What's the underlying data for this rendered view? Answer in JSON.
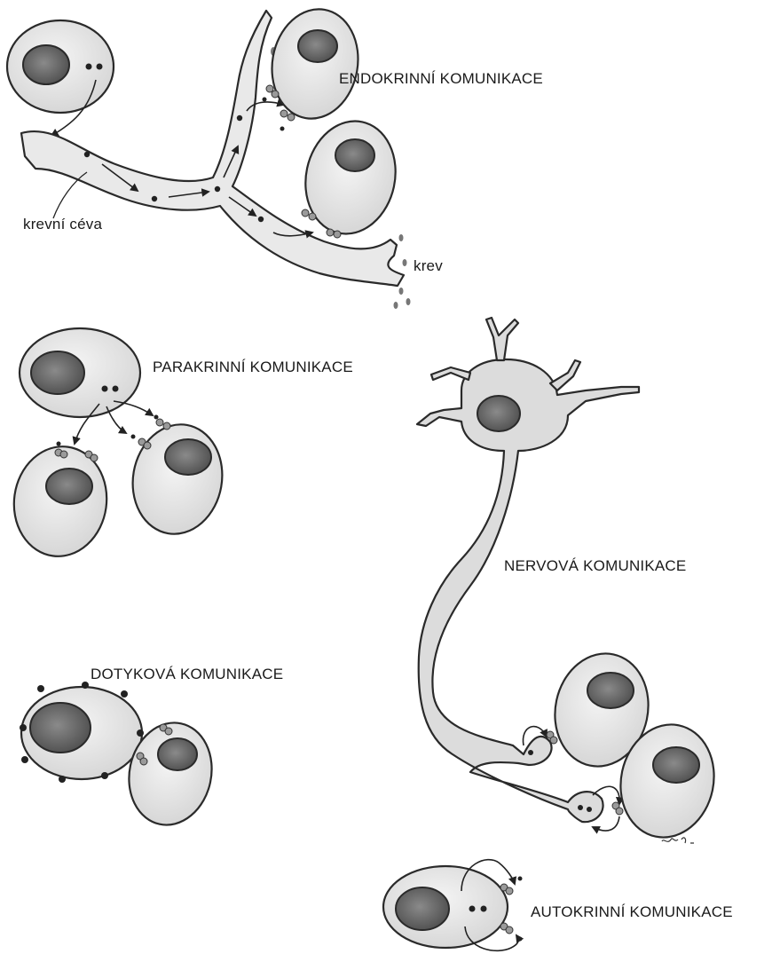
{
  "labels": {
    "endocrine": "ENDOKRINNÍ KOMUNIKACE",
    "blood_vessel": "krevní céva",
    "blood": "krev",
    "paracrine": "PARAKRINNÍ KOMUNIKACE",
    "neural": "NERVOVÁ KOMUNIKACE",
    "contact": "DOTYKOVÁ KOMUNIKACE",
    "autocrine": "AUTOKRINNÍ KOMUNIKACE"
  },
  "colors": {
    "outline": "#2a2a2a",
    "cell_fill": "#e6e6e6",
    "nucleus_fill": "#6e6e6e",
    "vessel_fill": "#e9e9e9"
  }
}
